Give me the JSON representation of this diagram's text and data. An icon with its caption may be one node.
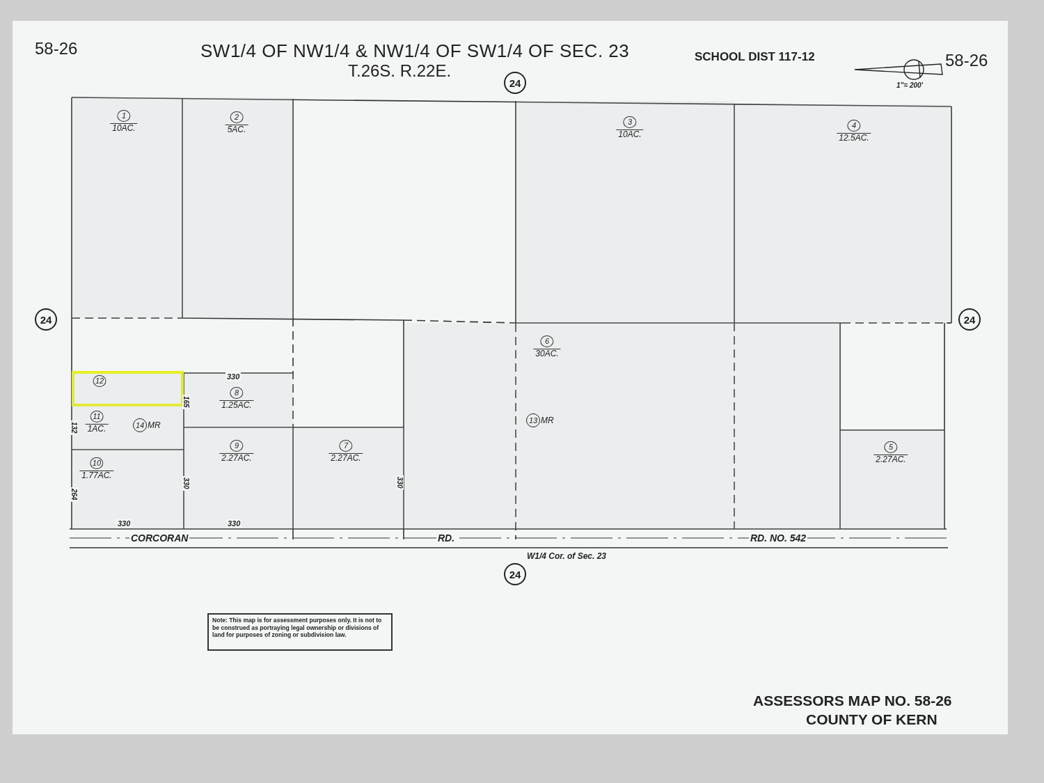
{
  "diagram": {
    "title": "SW1/4 OF NW1/4 & NW1/4 OF SW1/4 OF SEC. 23",
    "nodes": [
      {
        "text": [
          "1",
          "10AC."
        ]
      },
      {
        "text": [
          "2",
          "5AC."
        ]
      },
      {
        "text": [
          "3",
          "10AC."
        ]
      },
      {
        "text": [
          "4",
          "12.5AC."
        ]
      },
      {
        "text": [
          "6",
          "30AC."
        ]
      },
      {
        "text": [
          "13"
        ],
        "beside": [
          "MR"
        ],
        "in": 4
      },
      {
        "text": [
          "12"
        ]
      },
      {
        "text": [
          "8",
          "1.25AC."
        ]
      },
      {
        "text": [
          "11",
          "1AC."
        ]
      },
      {
        "text": [
          "14"
        ],
        "beside": [
          "MR"
        ],
        "in": 8
      },
      {
        "text": [
          "10",
          "1.77AC."
        ]
      },
      {
        "text": [
          "9",
          "2.27AC."
        ]
      },
      {
        "text": [
          "7",
          "2.27AC."
        ]
      },
      {
        "text": [
          "5",
          "2.27AC."
        ]
      },
      {
        "text": [
          "24"
        ]
      },
      {
        "text": [
          "24"
        ]
      },
      {
        "text": [
          "24"
        ]
      },
      {
        "text": [
          "24"
        ]
      },
      {
        "text": [
          "Note: This map is for assessment purposes only. It is not to be construed as portraying legal ownership or divisions of land for purposes of zoning or subdivision law."
        ]
      }
    ],
    "labels": [
      "58-26",
      "T.26S. R.22E.",
      "SCHOOL DIST 117-12",
      "58-26",
      "1\"= 200'",
      "330",
      "165",
      "132",
      "264",
      "330",
      "330",
      "330",
      "330",
      "CORCORAN",
      "RD.",
      "RD. NO. 542",
      "W1/4 Cor. of Sec. 23",
      "ASSESSORS MAP NO. 58-26",
      "COUNTY OF KERN"
    ]
  }
}
